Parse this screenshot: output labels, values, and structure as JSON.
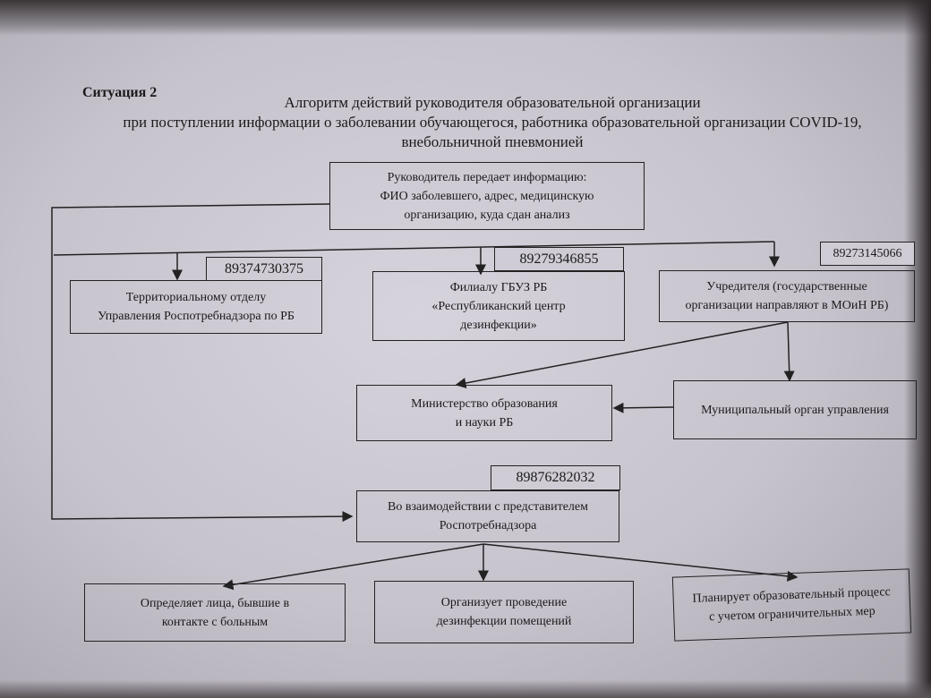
{
  "header": {
    "situation": "Ситуация 2",
    "title_lines": [
      "Алгоритм действий руководителя образовательной организации",
      "при поступлении информации о заболевании обучающегося, работника образовательной организации COVID-19,",
      "внебольничной пневмонией"
    ]
  },
  "nodes": {
    "head": [
      "Руководитель передает информацию:",
      "ФИО заболевшего, адрес, медицинскую",
      "организацию, куда сдан анализ"
    ],
    "territorial": [
      "Территориальному отделу",
      "Управления Роспотребнадзора по РБ"
    ],
    "territorial_phone": "89374730375",
    "branch": [
      "Филиалу ГБУЗ РБ",
      "«Республиканский центр",
      "дезинфекции»"
    ],
    "branch_phone": "89279346855",
    "founder": [
      "Учредителя (государственные",
      "организации направляют в МОиН РБ)"
    ],
    "founder_phone": "89273145066",
    "ministry": [
      "Министерство образования",
      "и науки РБ"
    ],
    "municipal": [
      "Муниципальный орган управления"
    ],
    "interaction": [
      "Во взаимодействии с представителем",
      "Роспотребнадзора"
    ],
    "interaction_phone": "89876282032",
    "contacts": [
      "Определяет лица, бывшие в",
      "контакте с больным"
    ],
    "disinfection": [
      "Организует проведение",
      "дезинфекции помещений"
    ],
    "planning": [
      "Планирует образовательный процесс",
      "с учетом ограничительных мер"
    ]
  }
}
